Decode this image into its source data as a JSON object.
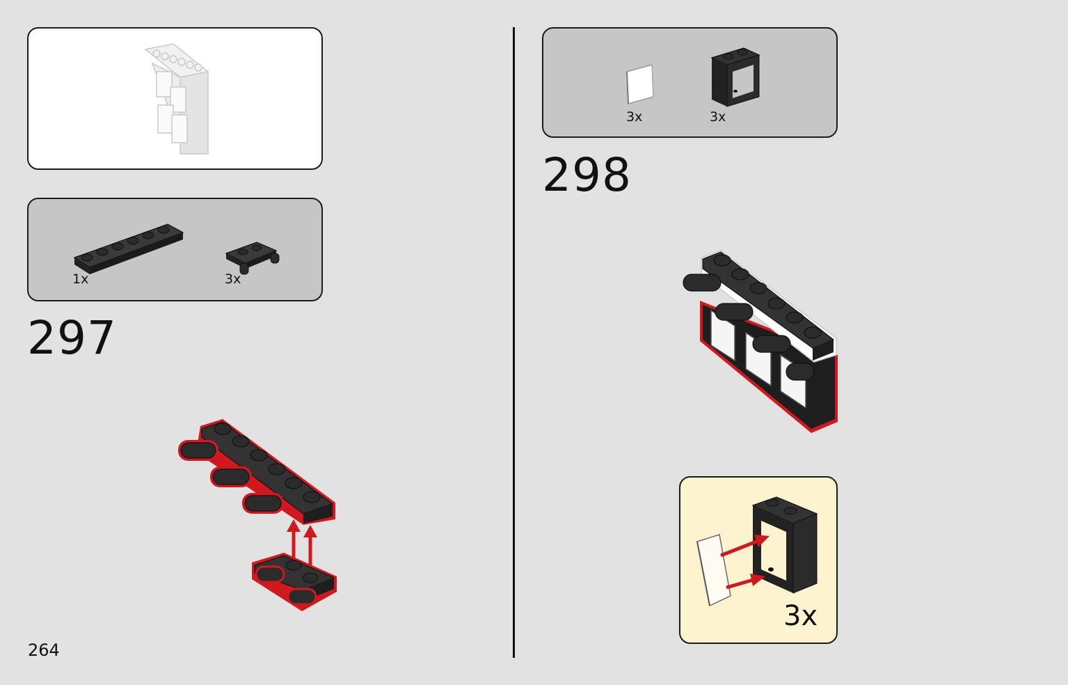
{
  "page": {
    "page_number": "264",
    "colors": {
      "background": "#e2e2e2",
      "parts_panel": "#c6c6c6",
      "callout_panel": "#fdf4cf",
      "highlight_red": "#d0191f",
      "brick_black": "#2b2b2b"
    }
  },
  "step_297": {
    "number": "297",
    "parts": [
      {
        "icon": "black-plate-1x6-icon",
        "qty": "1x"
      },
      {
        "icon": "black-plate-handle-icon",
        "qty": "3x"
      }
    ]
  },
  "step_298": {
    "number": "298",
    "parts": [
      {
        "icon": "transparent-glass-pane-icon",
        "qty": "3x"
      },
      {
        "icon": "black-window-frame-icon",
        "qty": "3x"
      }
    ],
    "callout": {
      "qty": "3x"
    }
  }
}
